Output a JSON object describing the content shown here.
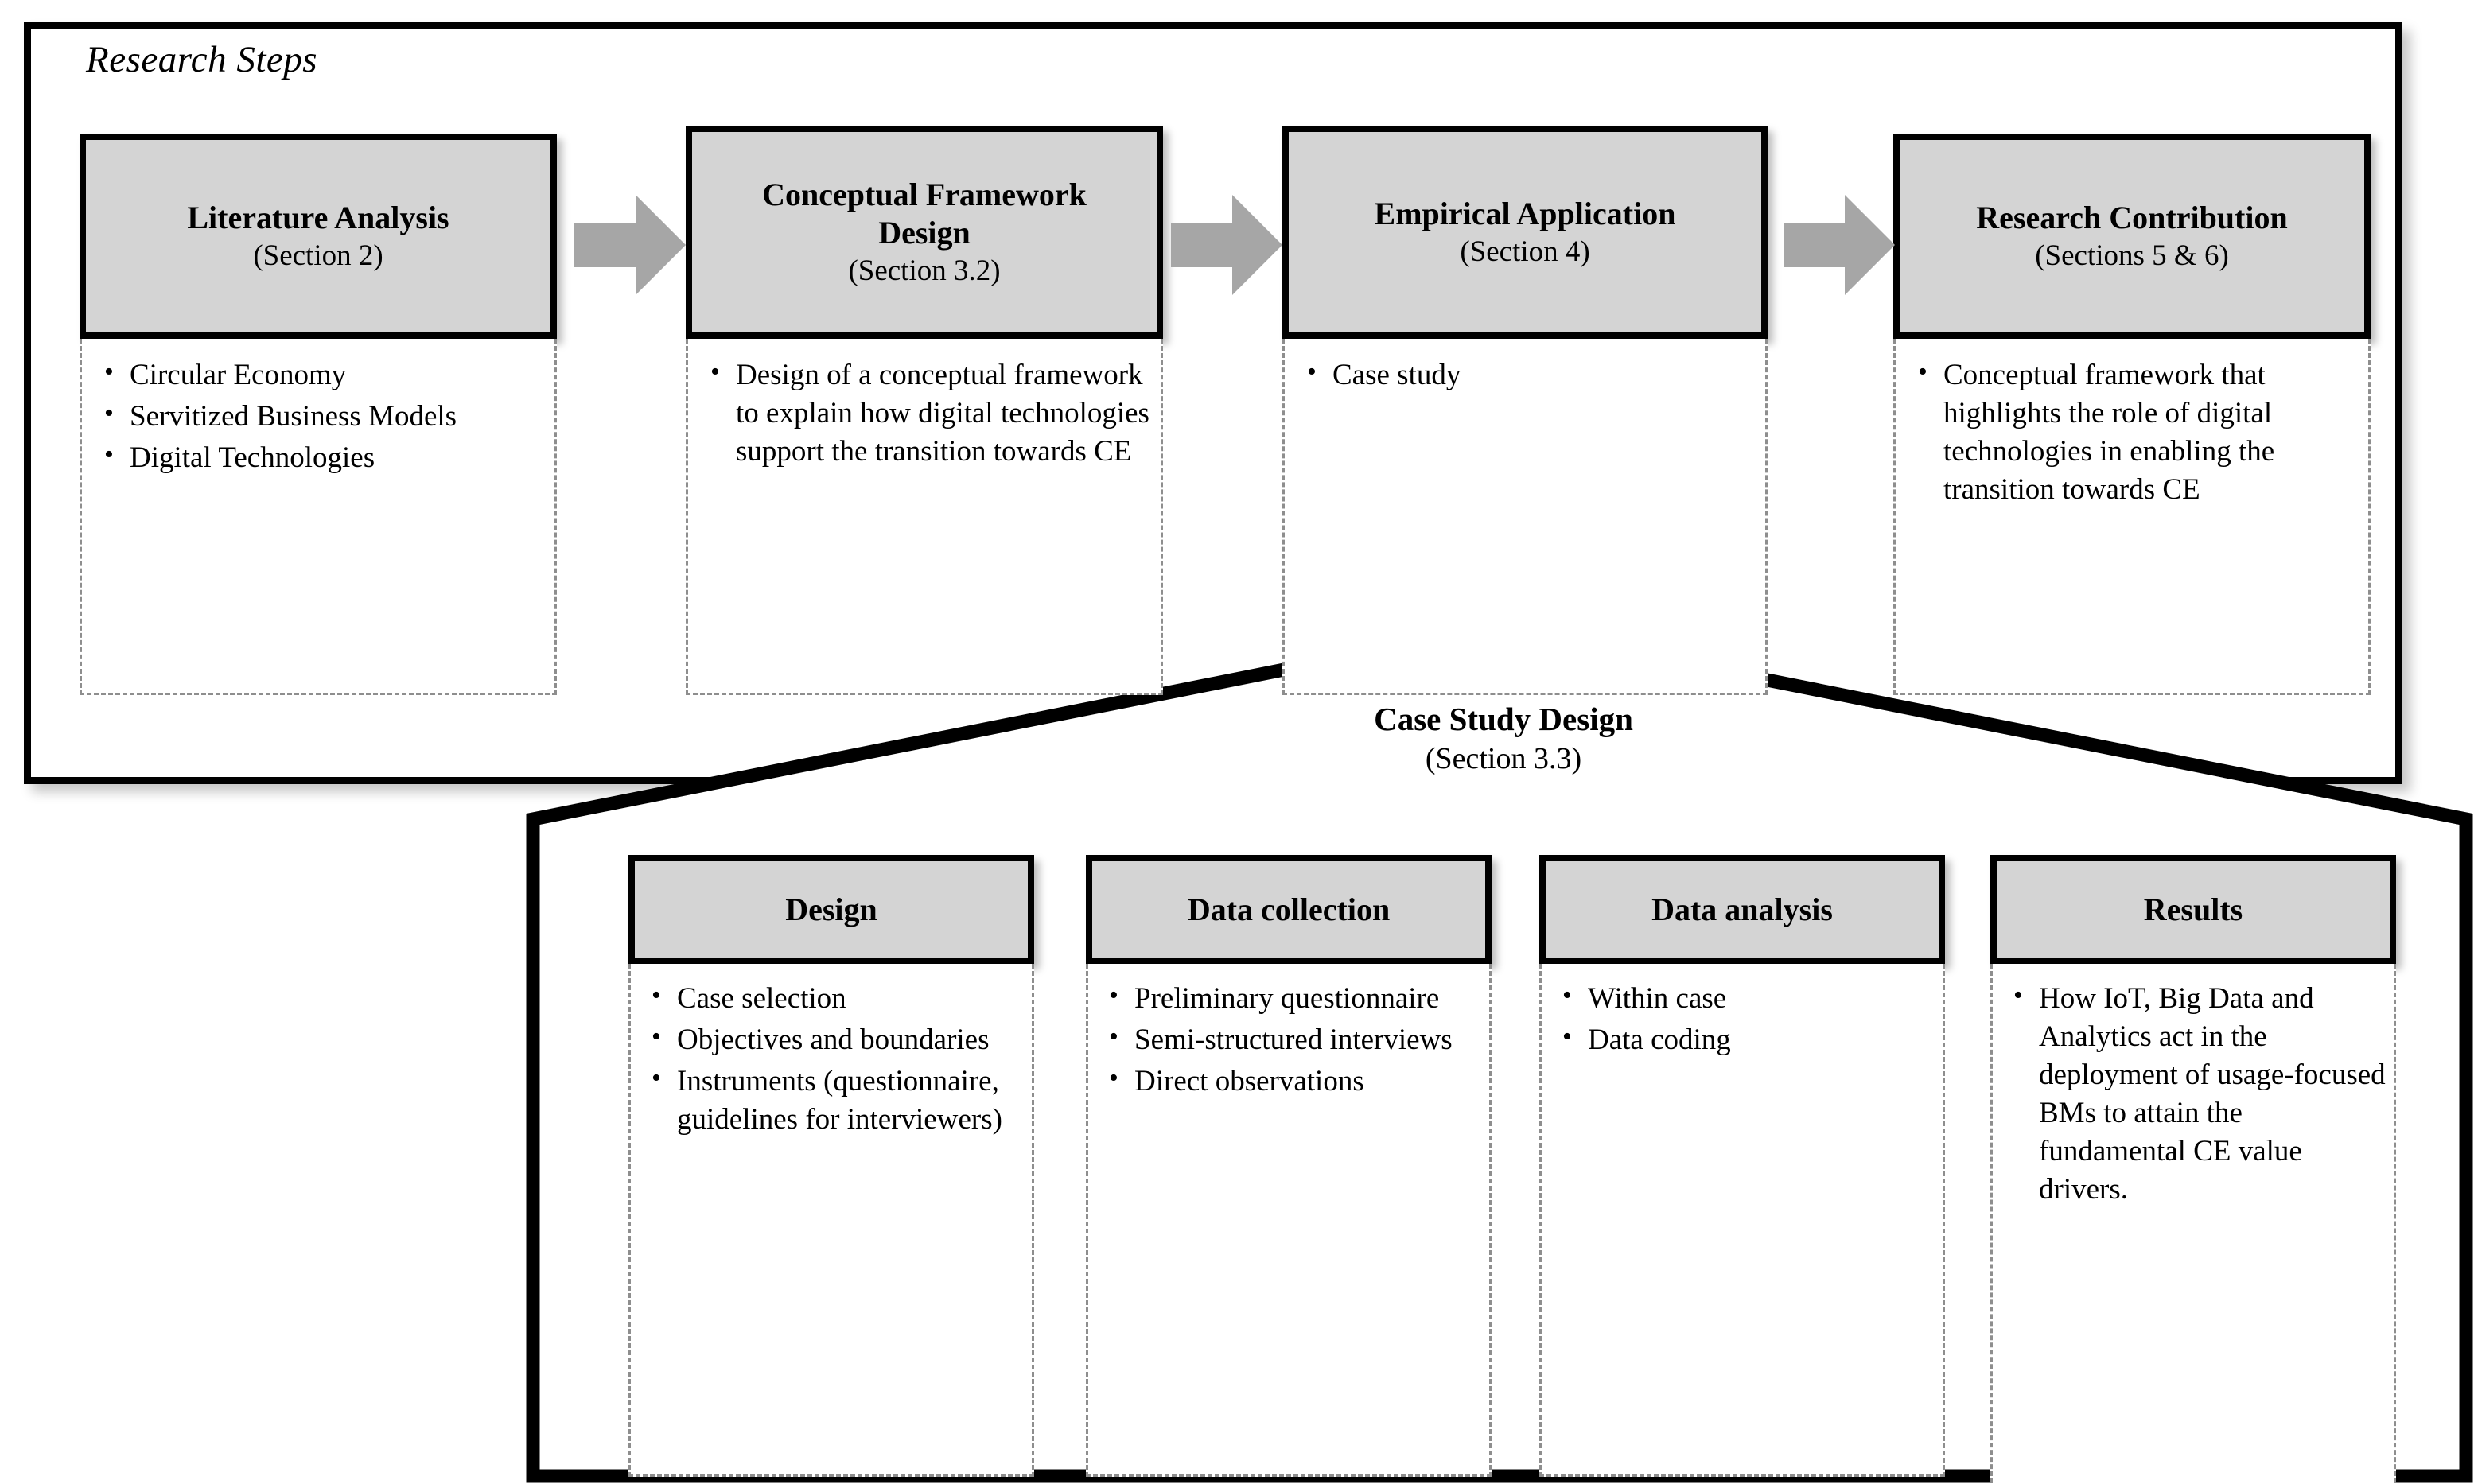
{
  "figure": {
    "upper_panel_label": "Research Steps",
    "lower_panel_title": "Case Study Design",
    "lower_panel_subtitle": "(Section 3.3)",
    "colors": {
      "header_fill": "#d4d4d4",
      "border": "#000000",
      "arrow": "#a6a6a6",
      "dashed_border": "#8e8e8e",
      "background": "#ffffff"
    }
  },
  "research_steps": [
    {
      "title": "Literature Analysis",
      "section": "(Section 2)",
      "bullets": [
        "Circular Economy",
        "Servitized Business Models",
        "Digital Technologies"
      ]
    },
    {
      "title": "Conceptual Framework Design",
      "section": "(Section 3.2)",
      "bullets": [
        "Design of a conceptual framework to explain how digital technologies support the transition towards CE"
      ]
    },
    {
      "title": "Empirical Application",
      "section": "(Section 4)",
      "bullets": [
        "Case study"
      ]
    },
    {
      "title": "Research Contribution",
      "section": "(Sections 5 & 6)",
      "bullets": [
        "Conceptual framework that highlights the role of digital technologies in enabling the transition towards CE"
      ]
    }
  ],
  "arrows": [
    {
      "name": "arrow-1",
      "glyph": "block-right-arrow"
    },
    {
      "name": "arrow-2",
      "glyph": "block-right-arrow"
    },
    {
      "name": "arrow-3",
      "glyph": "block-right-arrow"
    }
  ],
  "case_study_steps": [
    {
      "title": "Design",
      "bullets": [
        "Case selection",
        "Objectives and boundaries",
        "Instruments (questionnaire, guidelines for interviewers)"
      ]
    },
    {
      "title": "Data collection",
      "bullets": [
        "Preliminary questionnaire",
        "Semi-structured interviews",
        "Direct observations"
      ]
    },
    {
      "title": "Data analysis",
      "bullets": [
        "Within case",
        "Data coding"
      ]
    },
    {
      "title": "Results",
      "bullets": [
        "How IoT, Big Data and Analytics act in the deployment of usage-focused BMs to attain the fundamental CE value drivers."
      ]
    }
  ]
}
